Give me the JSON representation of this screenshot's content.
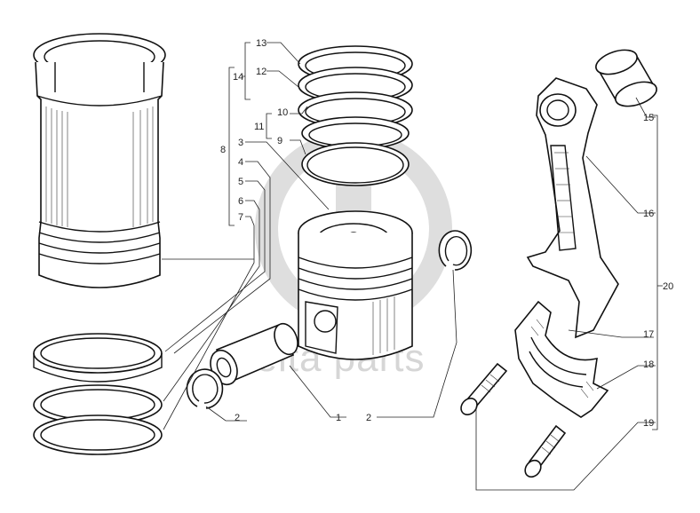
{
  "watermark": {
    "text": "delta parts",
    "color": "#d6d6d6"
  },
  "labels": {
    "n1": "1",
    "n2a": "2",
    "n2b": "2",
    "n3": "3",
    "n4": "4",
    "n5": "5",
    "n6": "6",
    "n7": "7",
    "n8": "8",
    "n9": "9",
    "n10": "10",
    "n11": "11",
    "n12": "12",
    "n13": "13",
    "n14": "14",
    "n15": "15",
    "n16": "16",
    "n17": "17",
    "n18": "18",
    "n19": "19",
    "n20": "20"
  },
  "parts": [
    "cylinder-liner",
    "liner-seal-rings",
    "piston-pin",
    "circlip",
    "piston",
    "piston-rings",
    "connecting-rod-bush",
    "connecting-rod",
    "rod-cap",
    "rod-bolts"
  ]
}
